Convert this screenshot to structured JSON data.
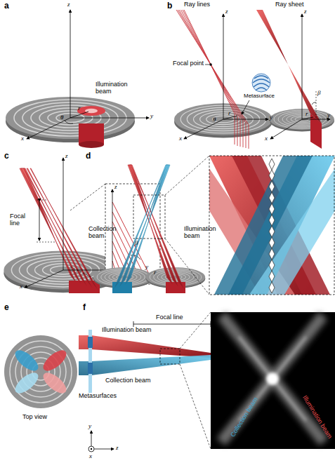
{
  "diagram": {
    "labels": [
      "a",
      "z",
      "Illumination beam",
      "r",
      "θ",
      "x",
      "y",
      "b",
      "Ray lines",
      "Ray sheet",
      "z",
      "Focal point",
      "Metasurface",
      "r",
      "θ",
      "x",
      "y",
      "z",
      "r",
      "β",
      "x",
      "y",
      "c",
      "z",
      "Focal line",
      "z",
      "β",
      "r",
      "x",
      "y",
      "d",
      "Collection beam",
      "Illumination beam",
      "e",
      "Top view",
      "f",
      "Illumination beam",
      "Focal line",
      "Collection beam",
      "Metasurfaces",
      "y",
      "x",
      "z",
      "Collection beam",
      "Illumination beam"
    ]
  }
}
